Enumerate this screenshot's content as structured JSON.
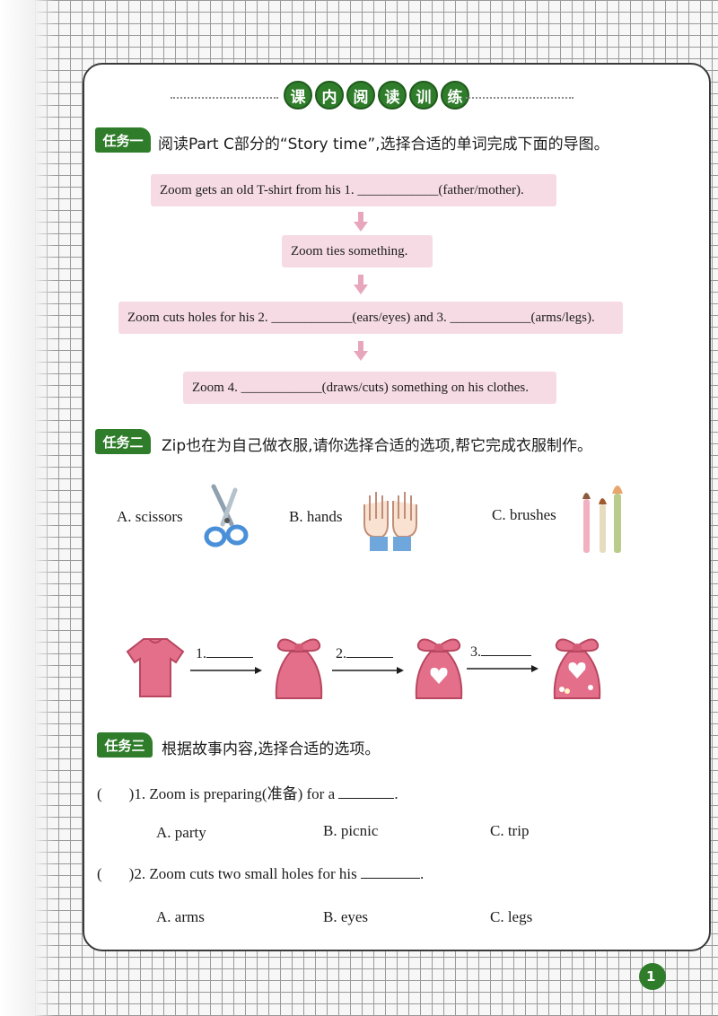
{
  "title": {
    "chars": [
      "课",
      "内",
      "阅",
      "读",
      "训",
      "练"
    ]
  },
  "task1": {
    "tag": "任务一",
    "instruction": "阅读Part C部分的“Story time”,选择合适的单词完成下面的导图。",
    "flow": [
      "Zoom gets an old T-shirt from his 1. ____________(father/mother).",
      "Zoom ties something.",
      "Zoom cuts holes for his 2. ____________(ears/eyes) and 3. ____________(arms/legs).",
      "Zoom 4. ____________(draws/cuts) something on his clothes."
    ]
  },
  "task2": {
    "tag": "任务二",
    "instruction": "Zip也在为自己做衣服,请你选择合适的选项,帮它完成衣服制作。",
    "options": [
      "A. scissors",
      "B. hands",
      "C. brushes"
    ],
    "steps": [
      "1.",
      "2.",
      "3."
    ]
  },
  "task3": {
    "tag": "任务三",
    "instruction": "根据故事内容,选择合适的选项。",
    "questions": [
      {
        "paren": "(",
        "close": ")",
        "text": "1. Zoom is preparing(准备) for a",
        "choices": [
          "A. party",
          "B. picnic",
          "C. trip"
        ]
      },
      {
        "paren": "(",
        "close": ")",
        "text": "2. Zoom cuts two small holes for his",
        "choices": [
          "A. arms",
          "B. eyes",
          "C. legs"
        ]
      }
    ]
  },
  "page_number": "1",
  "colors": {
    "green": "#2f7d2b",
    "pink_box": "#f6dbe5",
    "arrow_pink": "#e8a6bd",
    "shirt_pink": "#e46f8a"
  }
}
